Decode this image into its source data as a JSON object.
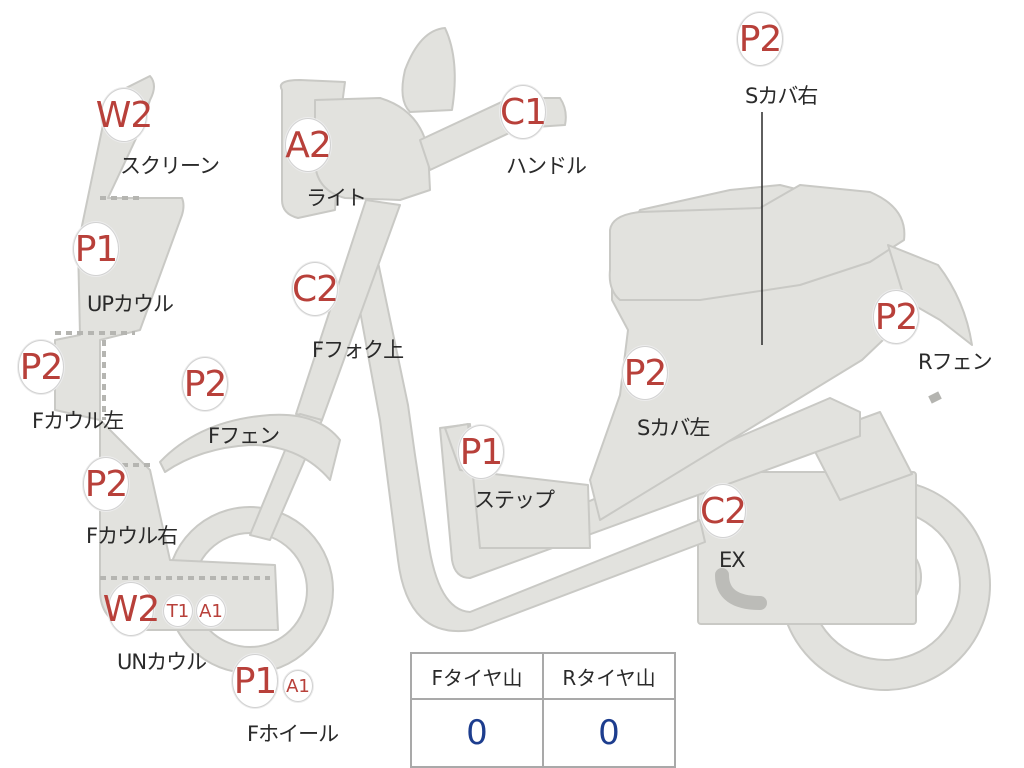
{
  "colors": {
    "body_fill": "#e2e2de",
    "body_stroke": "#c9c9c5",
    "grade_text": "#b8403a",
    "label_text": "#2a2a2a",
    "tread_value": "#1d3d8e"
  },
  "markers": [
    {
      "id": "screen",
      "grade": "W2",
      "label": "スクリーン"
    },
    {
      "id": "light",
      "grade": "A2",
      "label": "ライト"
    },
    {
      "id": "handle",
      "grade": "C1",
      "label": "ハンドル"
    },
    {
      "id": "up-cowl",
      "grade": "P1",
      "label": "UPカウル"
    },
    {
      "id": "f-fork-upper",
      "grade": "C2",
      "label": "Fフォク上"
    },
    {
      "id": "f-cowl-left",
      "grade": "P2",
      "label": "Fカウル左"
    },
    {
      "id": "f-fender",
      "grade": "P2",
      "label": "Fフェン"
    },
    {
      "id": "f-cowl-right",
      "grade": "P2",
      "label": "Fカウル右"
    },
    {
      "id": "un-cowl",
      "grade": "W2",
      "extra": [
        "T1",
        "A1"
      ],
      "label": "UNカウル"
    },
    {
      "id": "f-wheel",
      "grade": "P1",
      "extra": [
        "A1"
      ],
      "label": "Fホイール"
    },
    {
      "id": "step",
      "grade": "P1",
      "label": "ステップ"
    },
    {
      "id": "s-cover-left",
      "grade": "P2",
      "label": "Sカバ左"
    },
    {
      "id": "s-cover-right",
      "grade": "P2",
      "label": "Sカバ右"
    },
    {
      "id": "r-fender",
      "grade": "P2",
      "label": "Rフェン"
    },
    {
      "id": "exhaust",
      "grade": "C2",
      "label": "EX"
    }
  ],
  "tread": {
    "front": {
      "header": "Fタイヤ山",
      "value": "0"
    },
    "rear": {
      "header": "Rタイヤ山",
      "value": "0"
    }
  }
}
